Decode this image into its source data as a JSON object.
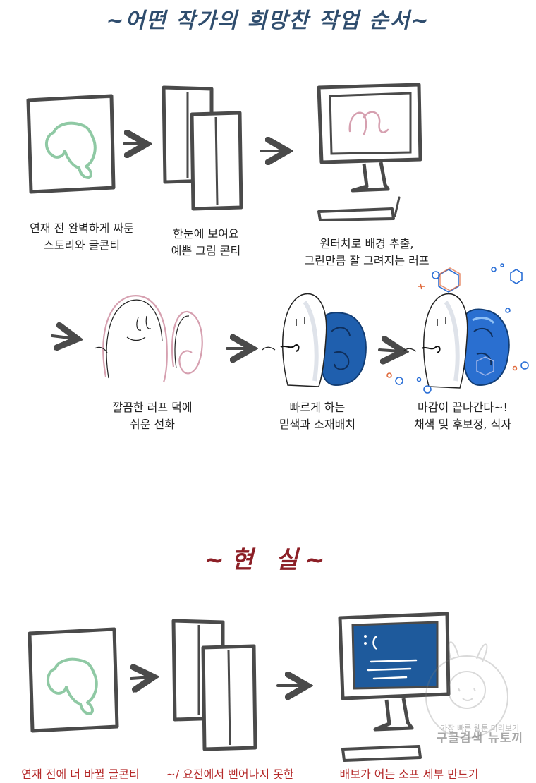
{
  "ideal": {
    "title": "~어떤 작가의 희망찬 작업 순서~",
    "steps": [
      {
        "caption_l1": "연재 전 완벽하게 짜둔",
        "caption_l2": "스토리와 글콘티"
      },
      {
        "caption_l1": "한눈에 보여요",
        "caption_l2": "예쁜 그림 콘티"
      },
      {
        "caption_l1": "원터치로 배경 추출,",
        "caption_l2": "그린만큼 잘 그려지는 러프"
      },
      {
        "caption_l1": "깔끔한 러프 덕에",
        "caption_l2": "쉬운 선화"
      },
      {
        "caption_l1": "빠르게 하는",
        "caption_l2": "밑색과 소재배치"
      },
      {
        "caption_l1": "마감이 끝나간다~!",
        "caption_l2": "채색 및 후보정, 식자"
      }
    ]
  },
  "reality": {
    "title": "~현 실~",
    "steps": [
      {
        "caption": "연재 전에 더 바뀔 글콘티"
      },
      {
        "caption": "~/ 요전에서 뻔어나지 못한"
      },
      {
        "caption": "배보가 어는 소프 세부 만드기"
      }
    ]
  },
  "watermark": {
    "line1": "가장 빠른 웹툰 미리보기",
    "line2": "구글검색 뉴토끼"
  },
  "colors": {
    "title_blue": "#2f4d6e",
    "title_red": "#8c1f26",
    "caption_red": "#b52a2a",
    "sketch_gray": "#4a4a4a",
    "elephant_green": "#8fc9a4",
    "rough_pink": "#d6a0b0",
    "snail_blue": "#1f5fae",
    "bsod_blue": "#1e5a9c"
  },
  "icons": [
    "elephant-sketch-icon",
    "storyboard-pages-icon",
    "monitor-icon",
    "ghost-character-icon",
    "snail-shell-icon",
    "arrow-right-icon",
    "hexagon-sparkle-icon",
    "bluescreen-monitor-icon",
    "bunny-watermark-icon"
  ]
}
